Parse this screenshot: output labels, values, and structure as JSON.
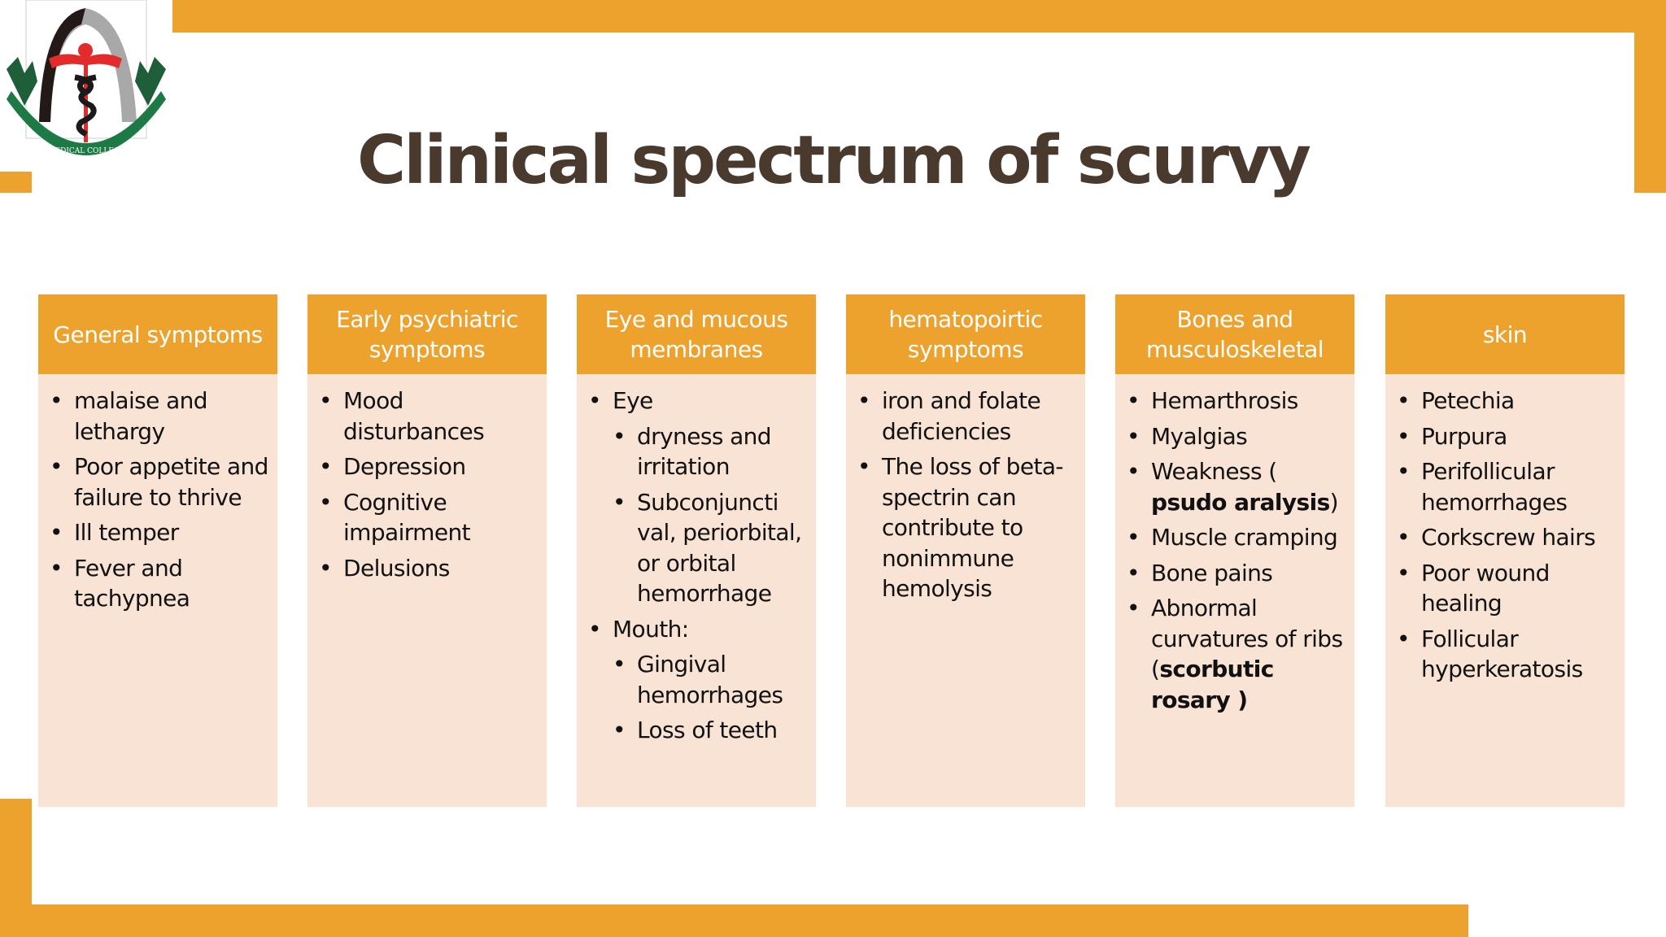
{
  "logo": {
    "banner_text": "SAHIWAL MEDICAL COLLEGE SAHIWAL",
    "icon": "caduceus-icon"
  },
  "title": "Clinical spectrum of scurvy",
  "colors": {
    "accent_orange": "#EEA22E",
    "body_fill": "#F9E3D4",
    "title_color": "#4A3A2E",
    "text_color": "#111111",
    "logo_green": "#1E7A45",
    "logo_red": "#E32B2B"
  },
  "columns": [
    {
      "header": "General symptoms",
      "items": [
        {
          "text": " malaise and lethargy"
        },
        {
          "text": " Poor appetite and failure to thrive"
        },
        {
          "text": " Ill temper"
        },
        {
          "text": "Fever and tachypnea"
        }
      ]
    },
    {
      "header": "Early psychiatric symptoms",
      "items": [
        {
          "text": "Mood disturbances"
        },
        {
          "text": " Depression"
        },
        {
          "text": "Cognitive impairment"
        },
        {
          "text": "Delusions"
        }
      ]
    },
    {
      "header": "Eye and mucous membranes",
      "items": [
        {
          "text": "Eye",
          "level": 1
        },
        {
          "text": "dryness and irritation",
          "level": 2
        },
        {
          "text": "Subconjuncti val, periorbital, or orbital hemorrhage",
          "level": 2
        },
        {
          "text": "Mouth:",
          "level": 1
        },
        {
          "text": "Gingival hemorrhages",
          "level": 2
        },
        {
          "text": "Loss of teeth",
          "level": 2
        }
      ]
    },
    {
      "header": "hematopoirtic symptoms",
      "items": [
        {
          "text": "iron and folate deficiencies"
        },
        {
          "text": "The loss of beta-spectrin can contribute to nonimmune hemolysis"
        }
      ]
    },
    {
      "header": "Bones and musculoskeletal",
      "items": [
        {
          "text": "Hemarthrosis"
        },
        {
          "text": "Myalgias"
        },
        {
          "pre": "Weakness ( ",
          "bold": "psudo aralysis",
          "post": ")"
        },
        {
          "text": "Muscle cramping"
        },
        {
          "text": "Bone pains"
        },
        {
          "pre": "Abnormal curvatures of ribs (",
          "bold": "scorbutic rosary )",
          "post": ""
        }
      ]
    },
    {
      "header": "skin",
      "items": [
        {
          "text": " Petechia"
        },
        {
          "text": "Purpura"
        },
        {
          "text": "Perifollicular hemorrhages"
        },
        {
          "text": "Corkscrew hairs"
        },
        {
          "text": "Poor wound healing"
        },
        {
          "text": "Follicular hyperkeratosis"
        }
      ]
    }
  ]
}
